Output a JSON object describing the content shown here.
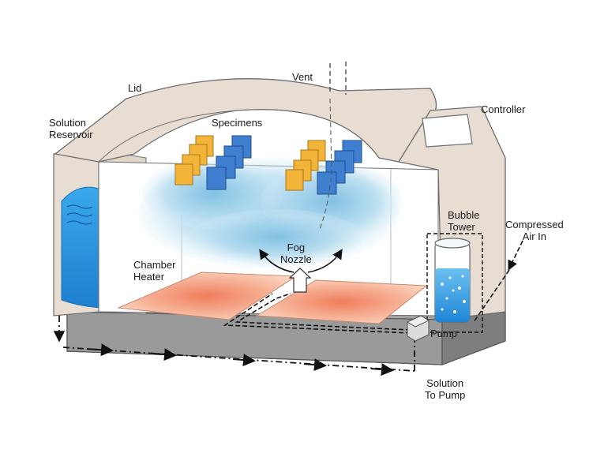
{
  "labels": {
    "lid": "Lid",
    "vent": "Vent",
    "controller": "Controller",
    "specimens": "Specimens",
    "solution_reservoir": "Solution\nReservoir",
    "bubble_tower": "Bubble\nTower",
    "compressed_air_in": "Compressed\nAir In",
    "fog_nozzle": "Fog\nNozzle",
    "chamber_heater": "Chamber\nHeater",
    "pump": "Pump",
    "solution_to_pump": "Solution\nTo Pump"
  },
  "colors": {
    "housing": "#e8ddd2",
    "housing_stroke": "#6d6d6d",
    "base": "#9b9b9b",
    "water": "#2f9be0",
    "specimen_yellow": "#f2b53a",
    "specimen_blue": "#3f7fcf",
    "fog": "#9fd0ea",
    "heater": "#f6a88a",
    "line": "#111111"
  }
}
